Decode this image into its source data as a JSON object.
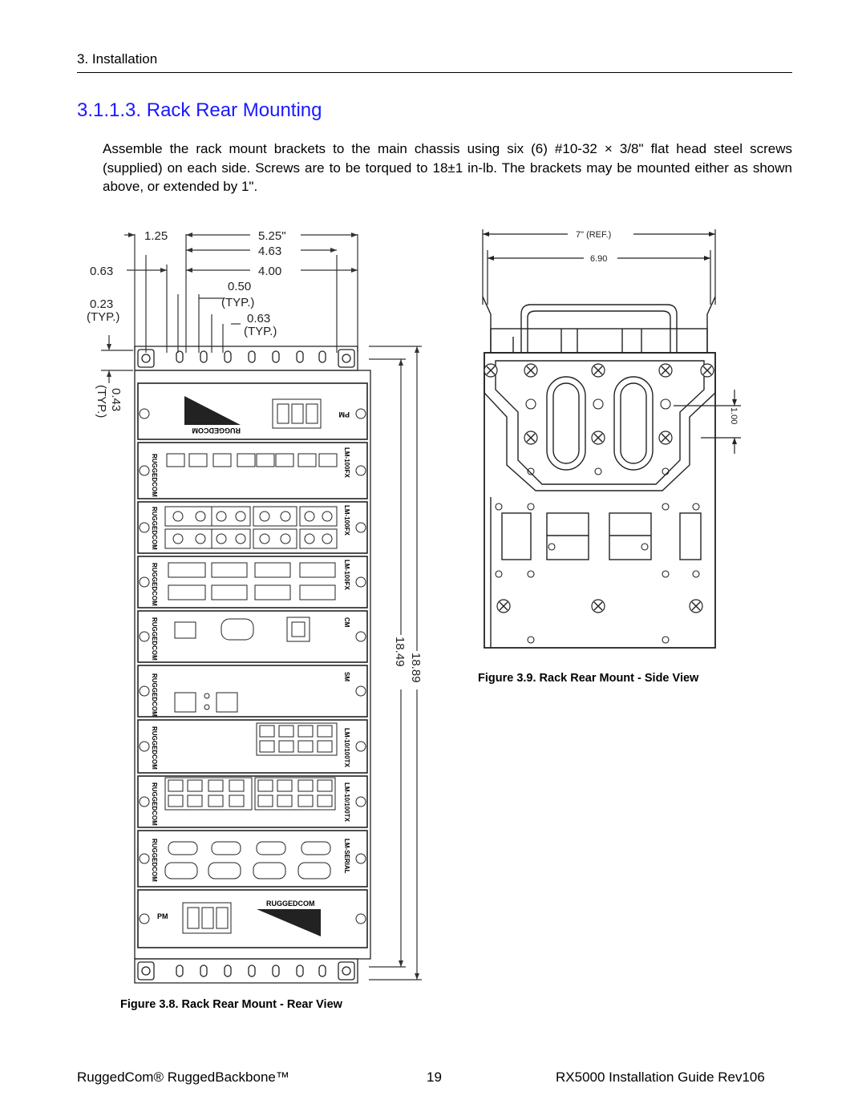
{
  "header": {
    "section": "3. Installation"
  },
  "section": {
    "number": "3.1.1.3.",
    "title": "Rack Rear Mounting",
    "paragraph": "Assemble the rack mount brackets to the main chassis using six (6) #10-32 × 3/8\" flat head steel screws (supplied) on each side. Screws are to be torqued to 18±1 in-lb. The brackets may be mounted either as shown above, or extended by 1\"."
  },
  "rear_view": {
    "dimensions": {
      "d_1_25": "1.25",
      "d_5_25": "5.25\"",
      "d_4_63": "4.63",
      "d_0_63": "0.63",
      "d_4_00": "4.00",
      "d_0_50": "0.50",
      "typ": "(TYP.)",
      "d_0_23": "0.23",
      "d_0_63b": "0.63",
      "d_0_43": "0.43",
      "d_18_89": "18.89",
      "d_18_49": "18.49"
    },
    "modules": [
      {
        "label": "PM",
        "brand": "RUGGEDCOM"
      },
      {
        "label": "LM-100FX",
        "brand": "RUGGEDCOM"
      },
      {
        "label": "LM-100FX",
        "brand": "RUGGEDCOM"
      },
      {
        "label": "LM-100FX",
        "brand": "RUGGEDCOM"
      },
      {
        "label": "CM",
        "brand": "RUGGEDCOM"
      },
      {
        "label": "SM",
        "brand": "RUGGEDCOM"
      },
      {
        "label": "LM-10/100TX",
        "brand": "RUGGEDCOM"
      },
      {
        "label": "LM-10/100TX",
        "brand": "RUGGEDCOM"
      },
      {
        "label": "LM-SERIAL",
        "brand": "RUGGEDCOM"
      },
      {
        "label": "PM",
        "brand": "RUGGEDCOM"
      }
    ],
    "caption": "Figure 3.8. Rack Rear Mount - Rear View"
  },
  "side_view": {
    "dimensions": {
      "d_ref": "7\" (REF.)",
      "d_6_90": "6.90",
      "d_1_00": "1.00"
    },
    "caption": "Figure 3.9. Rack Rear Mount - Side View"
  },
  "footer": {
    "left": "RuggedCom® RuggedBackbone™",
    "page": "19",
    "right": "RX5000 Installation Guide Rev106"
  }
}
